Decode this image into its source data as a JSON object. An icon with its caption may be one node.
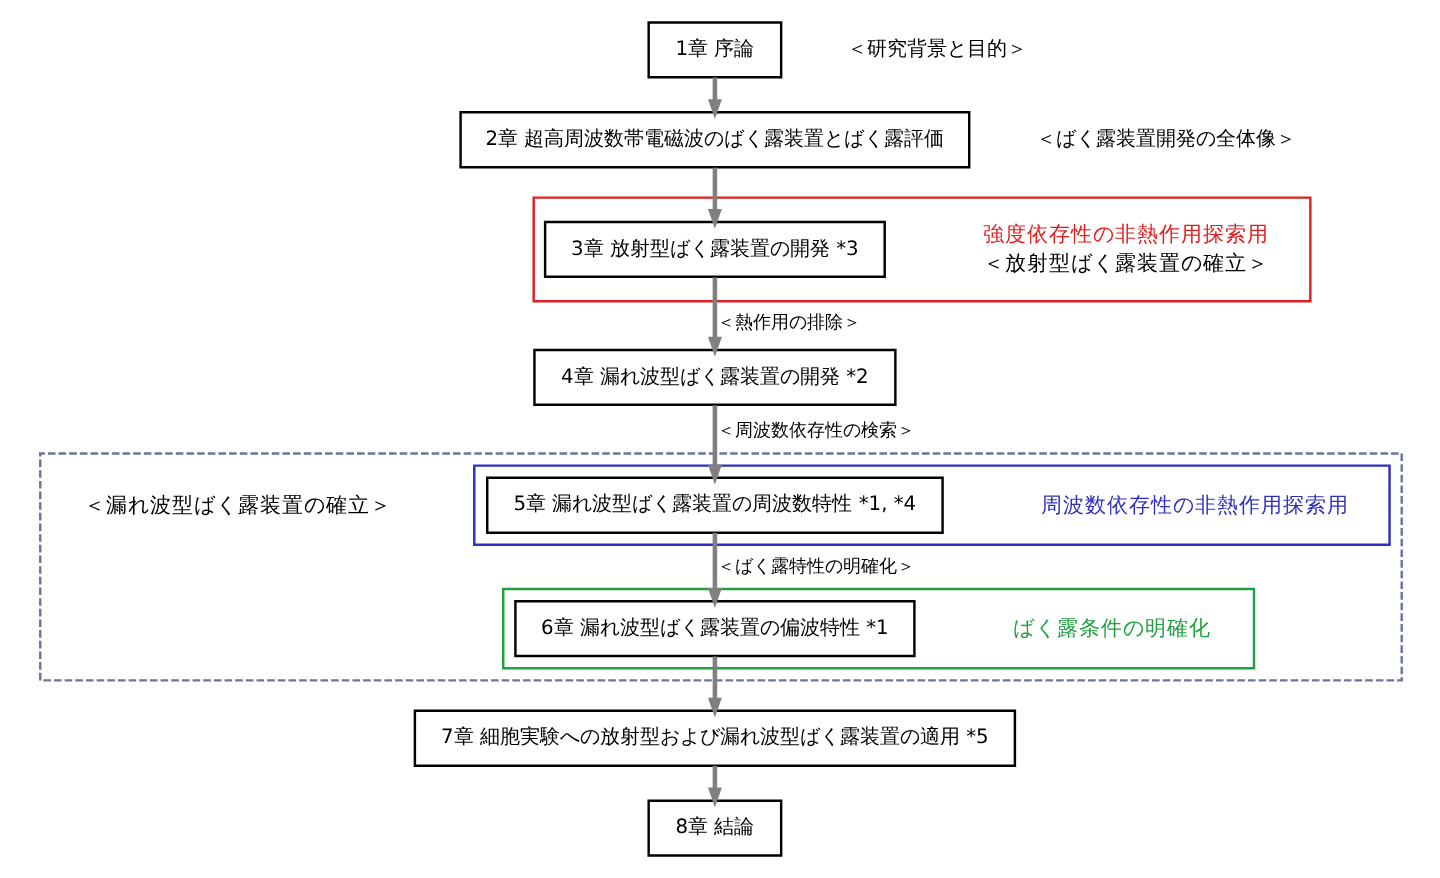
{
  "diagram": {
    "nodes": [
      {
        "text": [
          "1章 序論"
        ],
        "beside": [
          "＜研究背景と目的＞"
        ]
      },
      {
        "text": [
          "2章 超高周波数帯電磁波のばく露装置とばく露評価"
        ],
        "beside": [
          "＜ばく露装置開発の全体像＞"
        ]
      },
      {
        "text": [
          "強度依存性の非熱作用探索用"
        ],
        "beside": [
          "＜放射型ばく露装置の確立＞"
        ]
      },
      {
        "text": [
          "3章 放射型ばく露装置の開発 *3"
        ],
        "in": 2
      },
      {
        "text": [
          "＜漏れ波型ばく露装置の確立＞"
        ]
      },
      {
        "text": [
          "4章 漏れ波型ばく露装置の開発 *2"
        ]
      },
      {
        "text": [
          "周波数依存性の非熱作用探索用"
        ],
        "in": 4
      },
      {
        "text": [
          "5章 漏れ波型ばく露装置の周波数特性 *1, *4"
        ],
        "in": 6
      },
      {
        "text": [
          "ばく露条件の明確化"
        ],
        "in": 4
      },
      {
        "text": [
          "6章 漏れ波型ばく露装置の偏波特性 *1"
        ],
        "in": 8
      },
      {
        "text": [
          "7章 細胞実験への放射型および漏れ波型ばく露装置の適用 *5"
        ]
      },
      {
        "text": [
          "8章 結論"
        ]
      }
    ],
    "edges": [
      {
        "from": 0,
        "to": 1,
        "arrow": "to"
      },
      {
        "from": 1,
        "to": 3,
        "arrow": "to"
      },
      {
        "from": 3,
        "to": 5,
        "arrow": "to",
        "label": "＜熱作用の排除＞"
      },
      {
        "from": 5,
        "to": 7,
        "arrow": "to",
        "label": "＜周波数依存性の検索＞"
      },
      {
        "from": 7,
        "to": 9,
        "arrow": "to",
        "label": "＜ばく露特性の明確化＞"
      },
      {
        "from": 9,
        "to": 10,
        "arrow": "to"
      },
      {
        "from": 10,
        "to": 11,
        "arrow": "to"
      }
    ]
  }
}
